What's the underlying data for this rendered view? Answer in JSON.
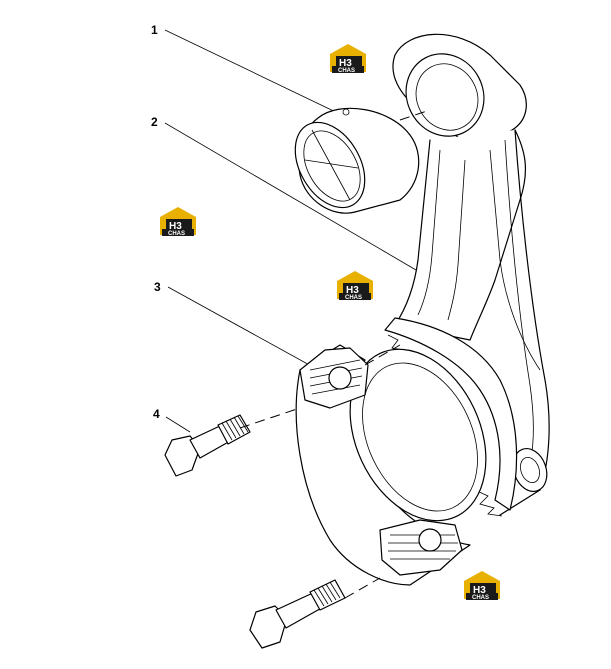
{
  "diagram": {
    "callouts": [
      {
        "id": "1",
        "label": "1"
      },
      {
        "id": "2",
        "label": "2"
      },
      {
        "id": "3",
        "label": "3"
      },
      {
        "id": "4",
        "label": "4"
      }
    ]
  },
  "watermark": {
    "brand": "H3",
    "sub": "CHAS",
    "color_gold": "#e8b000",
    "color_dark": "#1a1a1a"
  }
}
